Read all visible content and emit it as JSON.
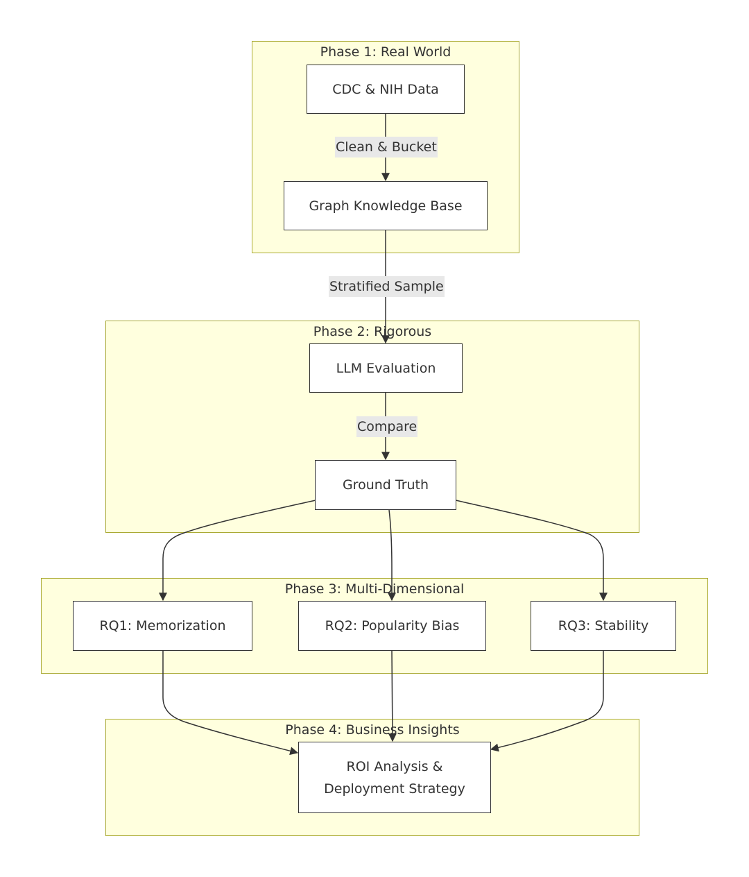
{
  "phases": {
    "p1": "Phase 1: Real World",
    "p2": "Phase 2: Rigorous",
    "p3": "Phase 3: Multi-Dimensional",
    "p4": "Phase 4: Business Insights"
  },
  "nodes": {
    "cdc": "CDC & NIH Data",
    "graph_kb": "Graph Knowledge Base",
    "llm_eval": "LLM Evaluation",
    "ground_truth": "Ground Truth",
    "rq1": "RQ1: Memorization",
    "rq2": "RQ2: Popularity Bias",
    "rq3": "RQ3: Stability",
    "roi": "ROI Analysis &\nDeployment Strategy"
  },
  "edges": {
    "clean_bucket": "Clean & Bucket",
    "stratified": "Stratified Sample",
    "compare": "Compare"
  },
  "colors": {
    "cluster_fill": "#ffffde",
    "cluster_border": "#aaaa33",
    "node_border": "#333333",
    "edge_label_bg": "#e8e8e8"
  }
}
